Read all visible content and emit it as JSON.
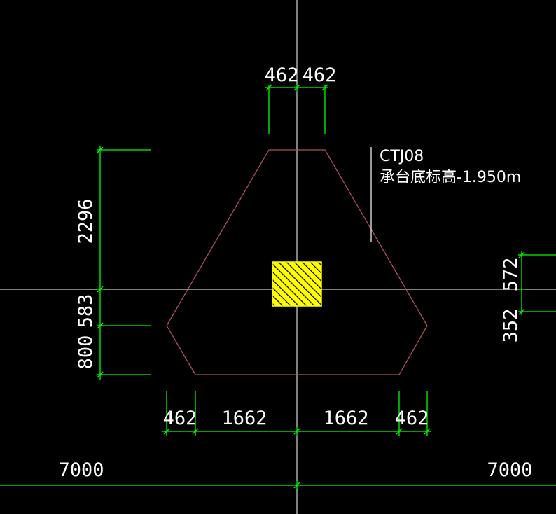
{
  "component": {
    "id": "CTJ08",
    "elevation_label": "承台底标高-1.950m"
  },
  "dimensions": {
    "top_left": "462",
    "top_right": "462",
    "left_upper": "2296",
    "left_middle": "583",
    "left_lower": "800",
    "bottom_1": "462",
    "bottom_2": "1662",
    "bottom_3": "1662",
    "bottom_4": "462",
    "right_upper": "572",
    "right_lower": "352",
    "grid_left": "7000",
    "grid_right": "7000"
  },
  "colors": {
    "background": "#000000",
    "dimension": "#00ff00",
    "outline": "#b0505a",
    "axis": "#ffffff",
    "column": "#ffff00"
  }
}
